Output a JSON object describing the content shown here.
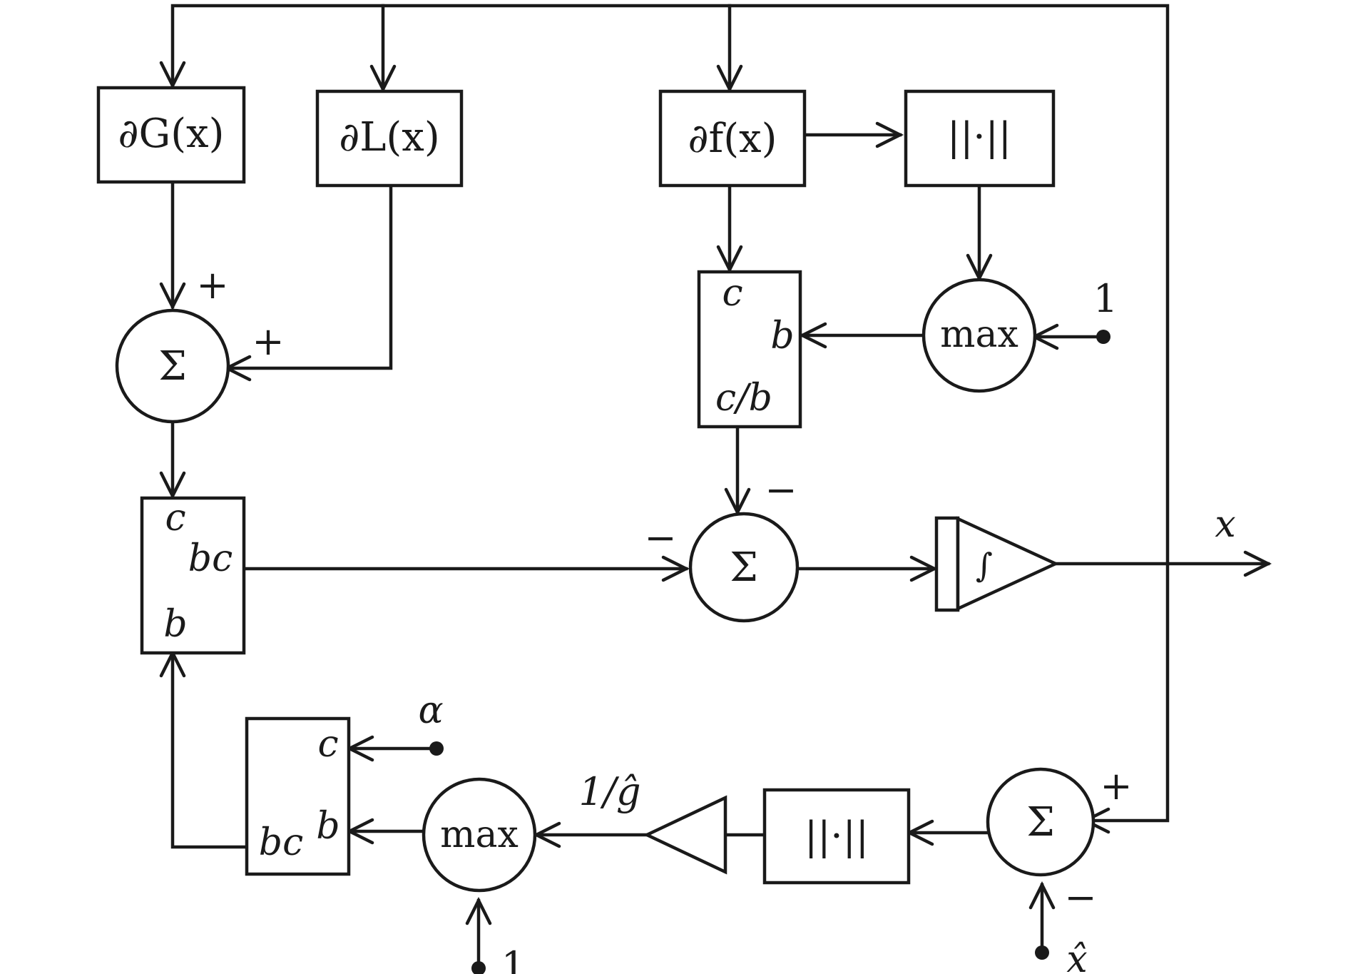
{
  "blocks": {
    "dG": "∂G(x)",
    "dL": "∂L(x)",
    "df": "∂f(x)",
    "norm_top": "||·||",
    "norm_bottom": "||·||",
    "max_top": "max",
    "max_bottom": "max",
    "sum": "Σ",
    "integrator": "∫"
  },
  "ports": {
    "c": "c",
    "b": "b",
    "bc": "bc",
    "c_over_b": "c/b"
  },
  "signs": {
    "plus": "+",
    "minus": "−"
  },
  "inputs": {
    "one": "1",
    "alpha": "α",
    "x_hat": "x̂"
  },
  "labels": {
    "gain": "1/ĝ",
    "output": "x"
  }
}
